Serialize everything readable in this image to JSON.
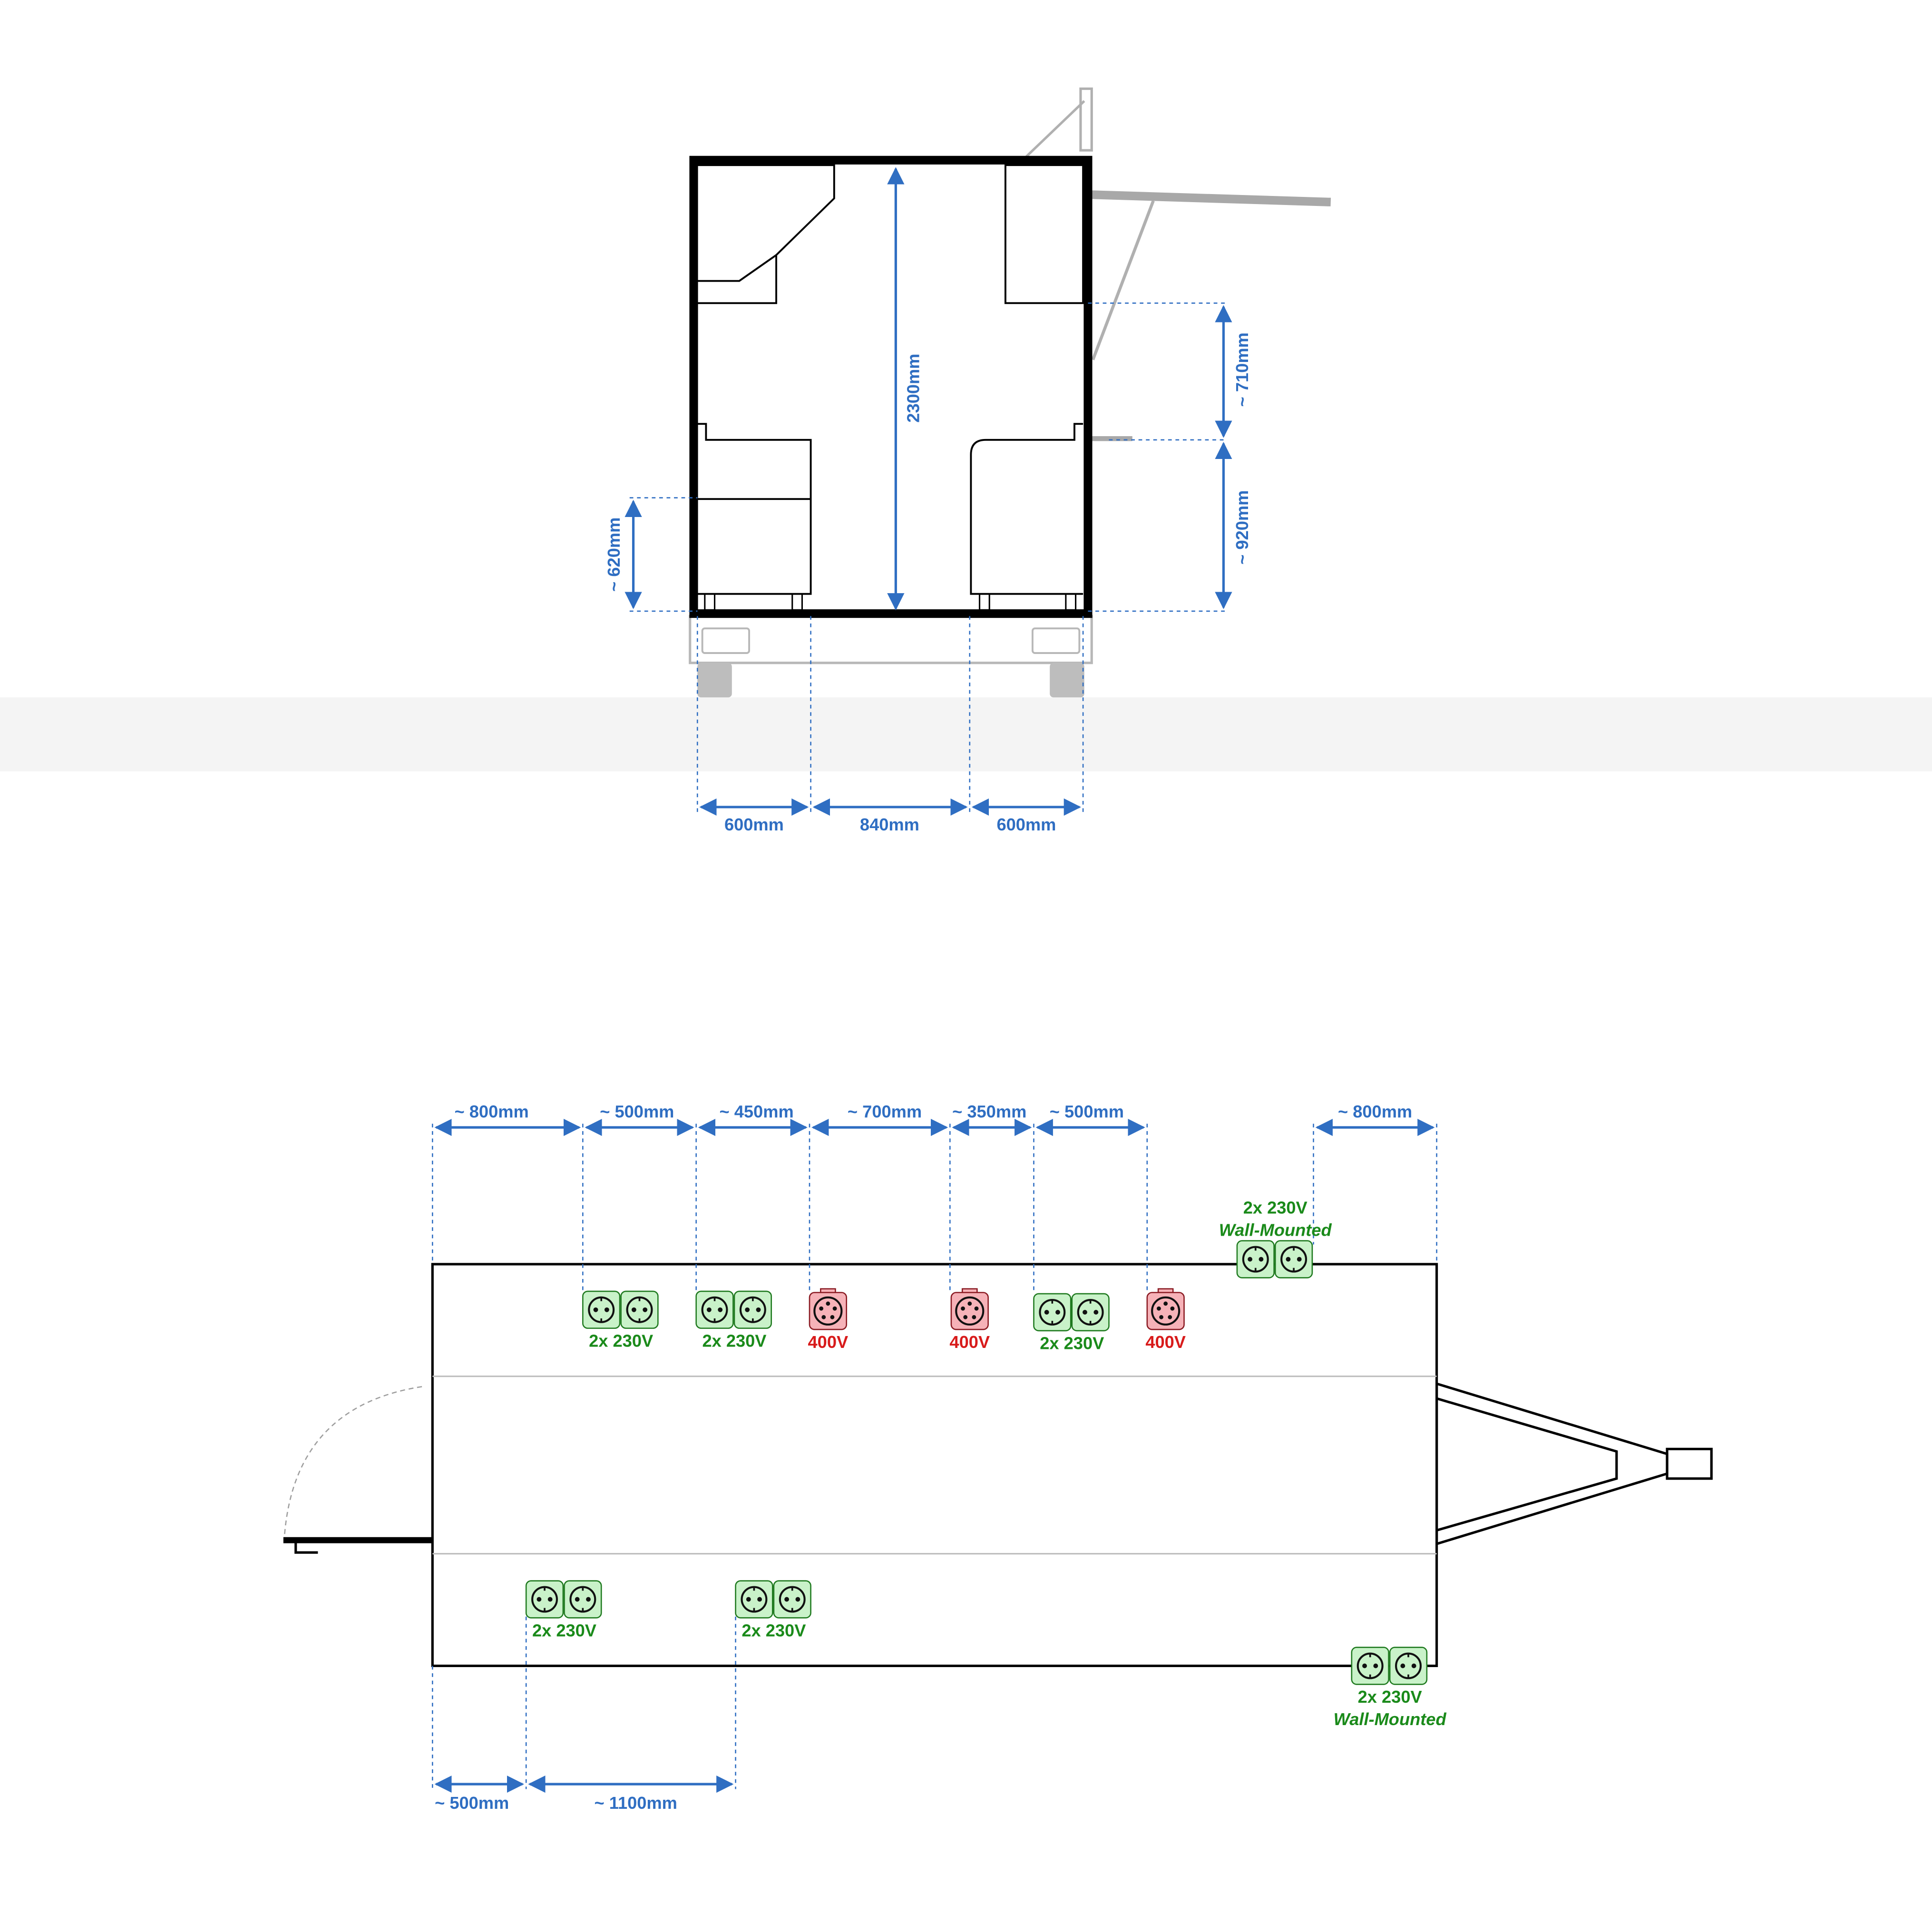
{
  "colors": {
    "dimension": "#2f6ec2",
    "socket_230_fill": "#c9f2c9",
    "socket_230_stroke": "#1f7a1f",
    "socket_230_text": "#1a8a1a",
    "socket_400_fill": "#f6b2b8",
    "socket_400_stroke": "#8a1a22",
    "socket_400_text": "#d81b1b",
    "wall": "#000000",
    "ghost": "#b0b0b0",
    "ground": "#f4f4f4"
  },
  "cross_section": {
    "height_label": "2300mm",
    "right_upper_label": "~ 710mm",
    "right_lower_label": "~ 920mm",
    "left_label": "~ 620mm",
    "bottom_labels": [
      "600mm",
      "840mm",
      "600mm"
    ]
  },
  "plan": {
    "top_dims": [
      "~ 800mm",
      "~ 500mm",
      "~ 450mm",
      "~ 700mm",
      "~ 350mm",
      "~ 500mm",
      "~ 800mm"
    ],
    "bottom_dims": [
      "~ 500mm",
      "~ 1100mm"
    ],
    "sockets_top": [
      {
        "type": "230",
        "label": "2x 230V"
      },
      {
        "type": "230",
        "label": "2x 230V"
      },
      {
        "type": "400",
        "label": "400V"
      },
      {
        "type": "400",
        "label": "400V"
      },
      {
        "type": "230",
        "label": "2x 230V"
      },
      {
        "type": "400",
        "label": "400V"
      }
    ],
    "wall_top": {
      "label": "2x 230V",
      "sub": "Wall-Mounted"
    },
    "sockets_bottom": [
      {
        "type": "230",
        "label": "2x 230V"
      },
      {
        "type": "230",
        "label": "2x 230V"
      }
    ],
    "wall_bottom": {
      "label": "2x 230V",
      "sub": "Wall-Mounted"
    }
  }
}
